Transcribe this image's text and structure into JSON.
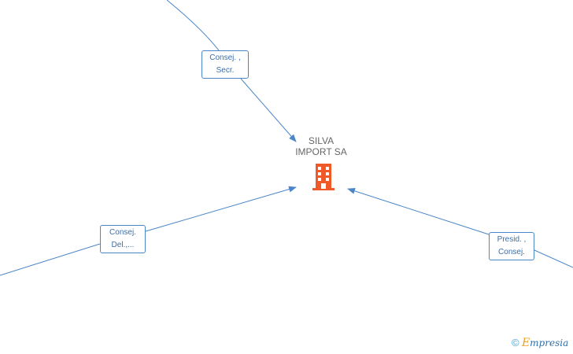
{
  "company": {
    "name_line1": "SILVA",
    "name_line2": "IMPORT SA",
    "icon": "building-icon",
    "icon_color": "#f05a28"
  },
  "relations": {
    "top": {
      "line1": "Consej. ,",
      "line2": "Secr."
    },
    "left": {
      "line1": "Consej.",
      "line2": "Del.,..."
    },
    "right": {
      "line1": "Presid. ,",
      "line2": "Consej."
    }
  },
  "colors": {
    "edge": "#4a86c8",
    "label_border": "#4a86c8",
    "label_text": "#3b6ea8"
  },
  "brand": {
    "copyright_symbol": "©",
    "e_letter": "E",
    "rest": "mpresia"
  }
}
